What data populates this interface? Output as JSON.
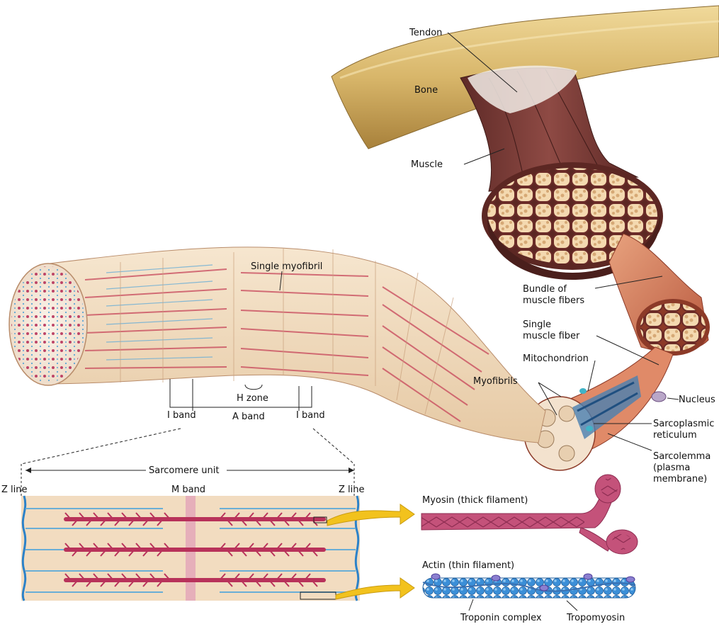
{
  "labels": {
    "tendon": "Tendon",
    "bone": "Bone",
    "muscle": "Muscle",
    "single_myofibril": "Single myofibril",
    "bundle_line1": "Bundle of",
    "bundle_line2": "muscle fibers",
    "single_fiber_line1": "Single",
    "single_fiber_line2": "muscle fiber",
    "mitochondrion": "Mitochondrion",
    "myofibrils": "Myofibrils",
    "nucleus": "Nucleus",
    "sr_line1": "Sarcoplasmic",
    "sr_line2": "reticulum",
    "sarcolemma_line1": "Sarcolemma",
    "sarcolemma_line2": "(plasma",
    "sarcolemma_line3": "membrane)",
    "h_zone": "H zone",
    "i_band_left": "I band",
    "a_band": "A band",
    "i_band_right": "I band",
    "sarcomere_unit": "Sarcomere unit",
    "z_line_left": "Z line",
    "m_band": "M band",
    "z_line_right": "Z line",
    "myosin": "Myosin (thick filament)",
    "actin": "Actin (thin filament)",
    "troponin": "Troponin complex",
    "tropomyosin": "Tropomyosin"
  },
  "colors": {
    "bone": "#d9b96e",
    "muscle": "#7a3a35",
    "tendon": "#f2ece6",
    "myofibril": "#f2dcc0",
    "thick_filament": "#b8325a",
    "thin_filament": "#4a9fd6",
    "arrow": "#f2c21d",
    "myosin_fill": "#c4527a",
    "actin_fill": "#3b8fd8"
  }
}
